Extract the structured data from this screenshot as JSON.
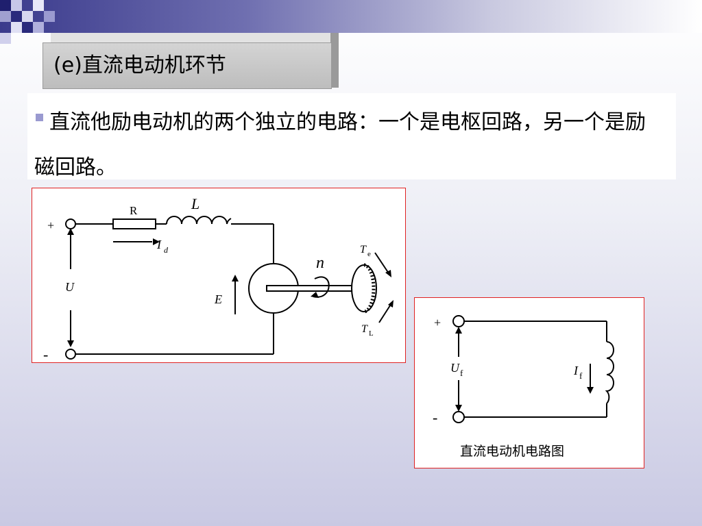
{
  "slide": {
    "title": "(e)直流电动机环节",
    "paragraph": "直流他励电动机的两个独立的电路：一个是电枢回路，另一个是励磁回路。"
  },
  "armature_circuit": {
    "plus": "+",
    "minus": "-",
    "resistor": "R",
    "inductor": "L",
    "current": "I",
    "current_sub": "d",
    "voltage": "U",
    "emf": "E",
    "speed": "n",
    "torque_e": "T",
    "torque_e_sub": "e",
    "torque_l": "T",
    "torque_l_sub": "L"
  },
  "field_circuit": {
    "plus": "+",
    "minus": "-",
    "voltage": "U",
    "voltage_sub": "f",
    "current": "I",
    "current_sub": "f",
    "caption": "直流电动机电路图"
  },
  "colors": {
    "frame_border": "#e02020",
    "banner_dark": "#3a3a8c",
    "bullet": "#9a9ad0"
  }
}
